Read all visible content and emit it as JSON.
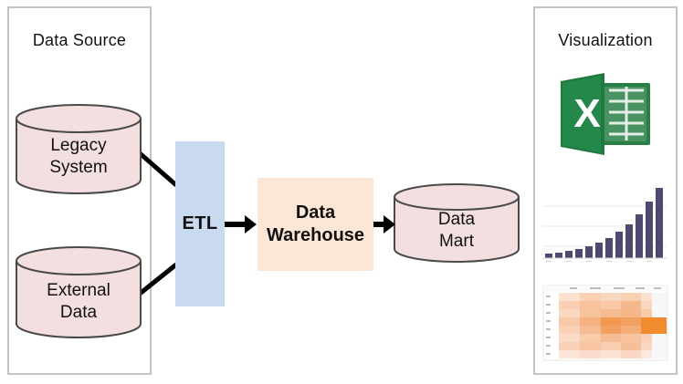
{
  "panels": {
    "source_title": "Data Source",
    "visualization_title": "Visualization"
  },
  "nodes": {
    "legacy_system": "Legacy\nSystem",
    "external_data": "External\nData",
    "etl": "ETL",
    "data_warehouse": "Data\nWarehouse",
    "data_mart": "Data\nMart"
  },
  "visualization": {
    "icon_names": [
      "excel-icon",
      "bar-chart-thumbnail",
      "heatmap-thumbnail"
    ],
    "excel_letter": "X"
  },
  "colors": {
    "panel_border": "#c4c4c4",
    "cylinder_fill": "#f4dfe0",
    "cylinder_stroke": "#4a4a4a",
    "etl_fill": "#c9daf0",
    "dw_fill": "#fce6d5",
    "arrow": "#000000",
    "excel_green": "#1f7a3e",
    "bar_color": "#4f4870",
    "heatmap_base": "#f7c8a3",
    "heatmap_hot": "#f08c2d"
  }
}
